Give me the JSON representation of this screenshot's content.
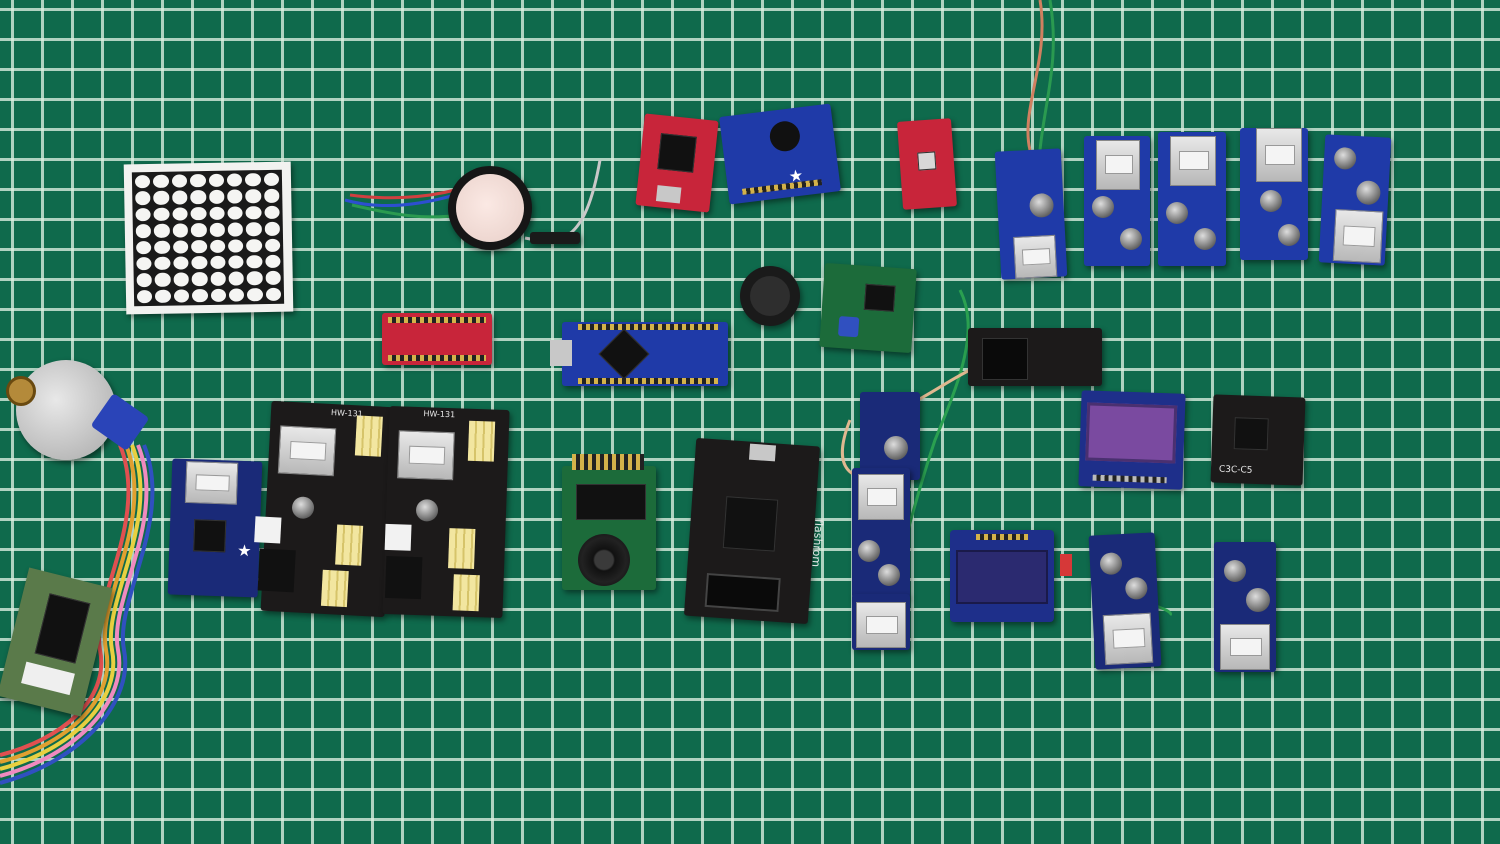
{
  "board_labels": {
    "breadboard_power_left": "HW-131",
    "breadboard_power_right": "HW-131",
    "programmer_brand": "flashrom",
    "small_module_code": "C3C-C5"
  },
  "colors": {
    "cutting_mat": "#0f6a4c",
    "grid_lines": "#dcefe1",
    "pcb_red": "#c8253a",
    "pcb_blue": "#1f3aa8",
    "pcb_black": "#1c1a1a",
    "oled_glass": "#2b2a70"
  },
  "components": [
    "led-dot-matrix-8x8",
    "piezo-buzzer",
    "usb-breakout-red",
    "sensor-breakout-blue",
    "sensor-breakout-red-small",
    "usb-boost-converter",
    "logic-level-shifter",
    "arduino-nano",
    "electret-microphone-module",
    "stepper-motor-28byj-48",
    "uln2003-driver",
    "breadboard-power-supply",
    "camera-module",
    "spi-programmer",
    "barrel-jack-adapter",
    "oled-display-large",
    "oled-display-small"
  ]
}
